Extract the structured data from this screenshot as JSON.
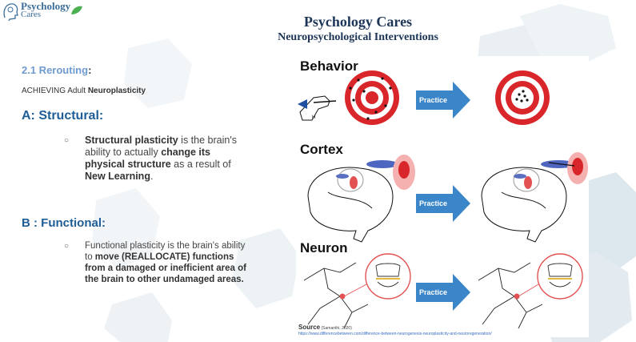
{
  "logo": {
    "line1": "Psychology",
    "line2": "Cares"
  },
  "header": {
    "title": "Psychology Cares",
    "subtitle": "Neuropsychological Interventions"
  },
  "section": {
    "label": "2.1 Rerouting",
    "colon": ":"
  },
  "achieving": {
    "prefix": "ACHIEVING Adult ",
    "bold": "Neuroplasticity"
  },
  "structural": {
    "heading": "A: Structural:",
    "bullet": "○",
    "t1": "Structural plasticity",
    "t2": " is the brain's ability to actually ",
    "t3": "change its physical structure",
    "t4": " as a result of ",
    "t5": "New Learning",
    "t6": "."
  },
  "functional": {
    "heading": "B : Functional:",
    "bullet": "○",
    "t1": "Functional plasticity is the brain's ability to ",
    "t2": "move (REALLOCATE) functions from a damaged or inefficient area of the brain to other undamaged areas."
  },
  "figure": {
    "rows": [
      {
        "label": "Behavior",
        "arrow": "Practice"
      },
      {
        "label": "Cortex",
        "arrow": "Practice"
      },
      {
        "label": "Neuron",
        "arrow": "Practice"
      }
    ],
    "hand_letter": "H"
  },
  "source": {
    "label": "Source",
    "cite": " (Samanthi, 2020)",
    "url": "https://www.differencebetween.com/difference-between-neurogenesis-neuroplasticity-and-neuroregeneration/"
  },
  "colors": {
    "title": "#1d3557",
    "section": "#6f9bd1",
    "heading": "#1f5d96",
    "arrow": "#3a86c8",
    "target_red": "#d8262a"
  }
}
